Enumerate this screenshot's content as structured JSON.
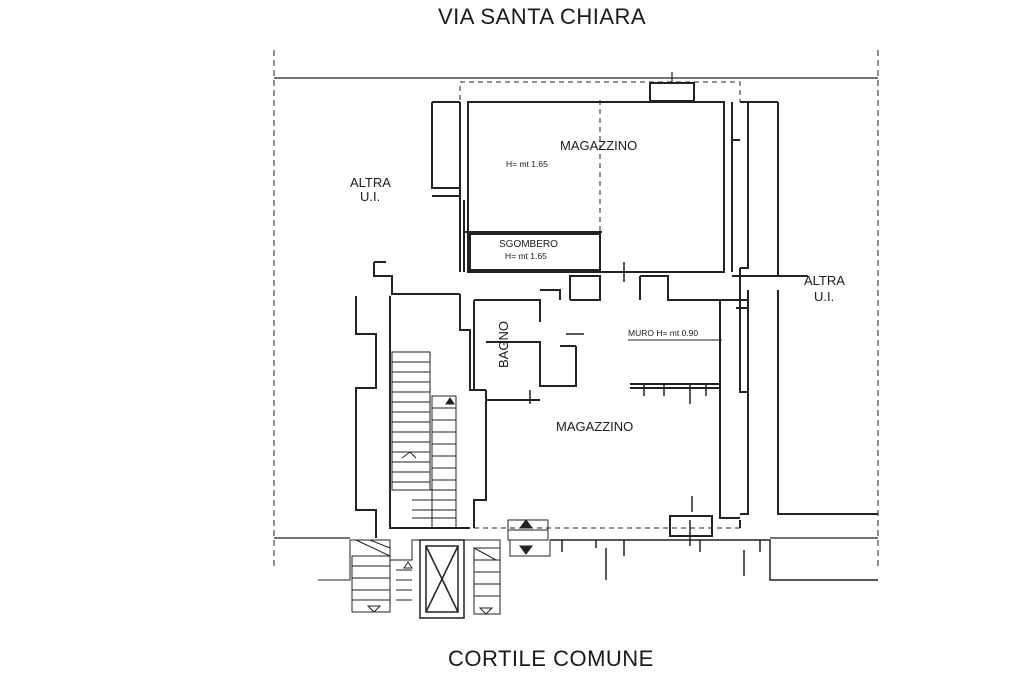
{
  "street_top": "VIA SANTA CHIARA",
  "street_bottom": "CORTILE COMUNE",
  "rooms": {
    "magazzino_top": "MAGAZZINO",
    "magazzino_top_height": "H= mt 1.65",
    "sgombero": "SGOMBERO",
    "sgombero_height": "H= mt 1.65",
    "bagno": "BAGNO",
    "muro": "MURO H= mt 0.90",
    "magazzino_bottom": "MAGAZZINO"
  },
  "neighbors": {
    "left_line1": "ALTRA",
    "left_line2": "U.I.",
    "right_line1": "ALTRA",
    "right_line2": "U.I."
  }
}
